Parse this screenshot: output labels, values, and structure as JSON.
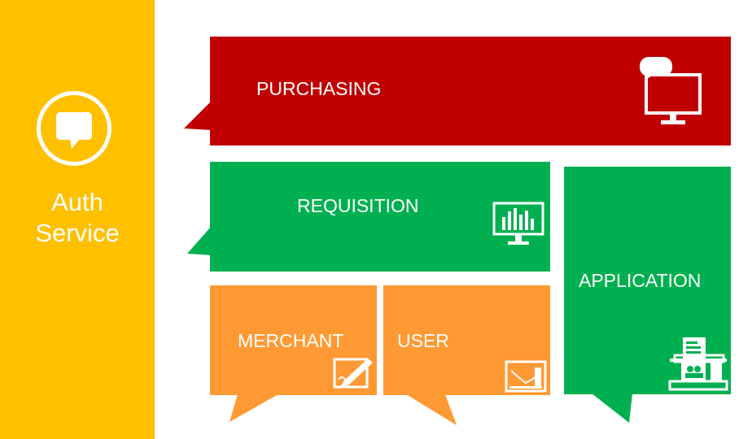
{
  "sidebar": {
    "title_line1": "Auth",
    "title_line2": "Service",
    "icon": "speech-bubble-icon",
    "color": "#FFC000"
  },
  "tiles": {
    "purchasing": {
      "label": "PURCHASING",
      "color": "#C00000",
      "icon": "monitor-chat-icon"
    },
    "requisition": {
      "label": "REQUISITION",
      "color": "#00B050",
      "icon": "monitor-bar-chart-icon"
    },
    "application": {
      "label": "APPLICATION",
      "color": "#00B050",
      "icon": "document-folder-users-icon"
    },
    "merchant": {
      "label": "MERCHANT",
      "color": "#FF9933",
      "icon": "pen-tablet-icon"
    },
    "user": {
      "label": "USER",
      "color": "#FF9933",
      "icon": "line-chart-card-icon"
    }
  }
}
